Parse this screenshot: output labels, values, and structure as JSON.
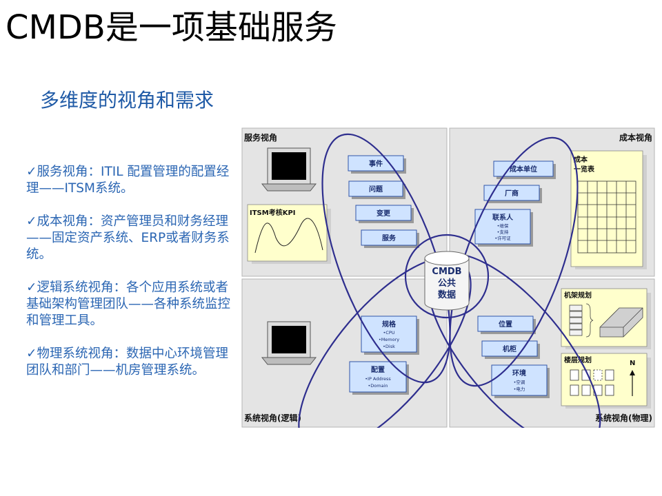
{
  "title": "CMDB是一项基础服务",
  "subtitle": "多维度的视角和需求",
  "bullets": [
    {
      "check": "✓",
      "text": "服务视角：ITIL 配置管理的配置经理——ITSM系统。"
    },
    {
      "check": "✓",
      "text": "成本视角：资产管理员和财务经理——固定资产系统、ERP或者财务系统。"
    },
    {
      "check": "✓",
      "text": "逻辑系统视角：各个应用系统或者基础架构管理团队——各种系统监控和管理工具。"
    },
    {
      "check": "✓",
      "text": "物理系统视角：数据中心环境管理团队和部门——机房管理系统。"
    }
  ],
  "diagram": {
    "quadrants": {
      "service": "服务视角",
      "cost": "成本视角",
      "logical": "系统视角(逻辑)",
      "physical": "系统视角(物理)"
    },
    "itsm_kpi": "ITSM考核KPI",
    "cost_sheet": {
      "line1": "成本",
      "line2": "一览表"
    },
    "rack_plan": "机架规划",
    "floor_plan": "楼层规划",
    "north": "N",
    "center": {
      "line1": "CMDB",
      "line2": "公共",
      "line3": "数据"
    },
    "service_items": [
      "事件",
      "问题",
      "变更",
      "服务"
    ],
    "cost_items": {
      "unit": "成本单位",
      "vendor": "厂商",
      "contact": "联系人",
      "contact_sub": [
        "•维保",
        "•支持",
        "•许可证"
      ]
    },
    "logical_items": {
      "spec": "规格",
      "spec_sub": [
        "•CPU",
        "•Memory",
        "•Disk"
      ],
      "config": "配置",
      "config_sub": [
        "•IP Address",
        "•Domain"
      ]
    },
    "physical_items": {
      "location": "位置",
      "cabinet": "机柜",
      "env": "环境",
      "env_sub": [
        "•空调",
        "•电力"
      ]
    }
  },
  "colors": {
    "accent_text": "#2b66b3",
    "ellipse": "#2e2e8e",
    "box_fill": "#cfe3ff",
    "note_fill": "#ffffcc"
  }
}
